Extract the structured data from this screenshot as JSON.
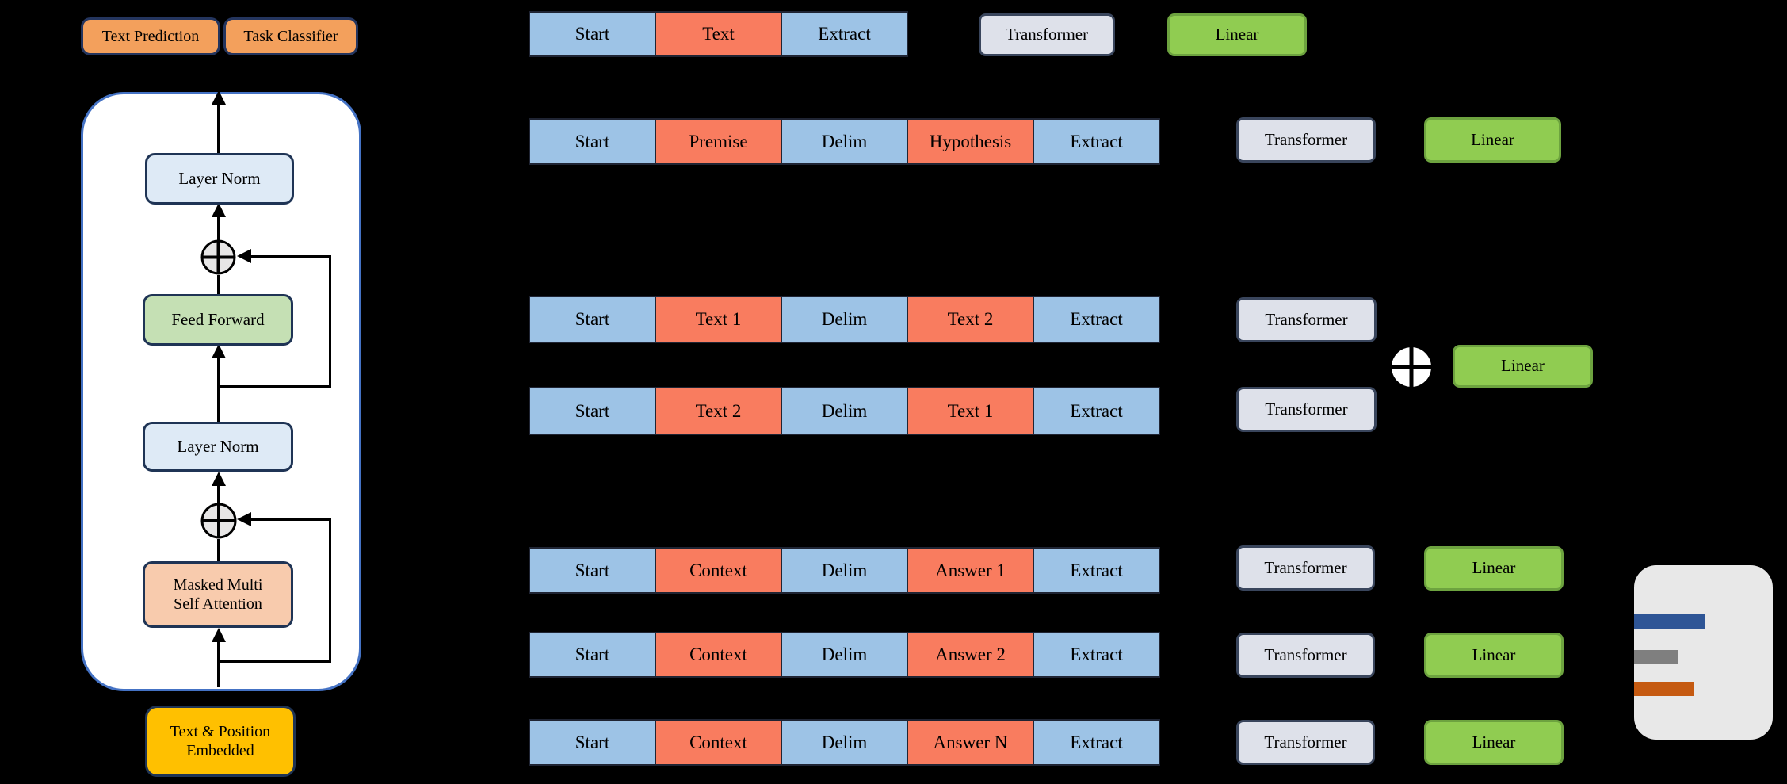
{
  "left": {
    "text_prediction": "Text Prediction",
    "task_classifier": "Task Classifier",
    "layer_norm_top": "Layer Norm",
    "feed_forward": "Feed Forward",
    "layer_norm_bottom": "Layer Norm",
    "masked_attention": {
      "line1": "Masked Multi",
      "line2": "Self Attention"
    },
    "embedding": {
      "line1": "Text & Position",
      "line2": "Embedded"
    }
  },
  "tasks": {
    "classification": {
      "strip": [
        "Start",
        "Text",
        "Extract"
      ],
      "transformer": "Transformer",
      "linear": "Linear"
    },
    "entailment": {
      "strip": [
        "Start",
        "Premise",
        "Delim",
        "Hypothesis",
        "Extract"
      ],
      "transformer": "Transformer",
      "linear": "Linear"
    },
    "similarity": {
      "strip1": [
        "Start",
        "Text 1",
        "Delim",
        "Text 2",
        "Extract"
      ],
      "strip2": [
        "Start",
        "Text 2",
        "Delim",
        "Text 1",
        "Extract"
      ],
      "transformer1": "Transformer",
      "transformer2": "Transformer",
      "linear": "Linear"
    },
    "multiple_choice": {
      "strip1": [
        "Start",
        "Context",
        "Delim",
        "Answer 1",
        "Extract"
      ],
      "strip2": [
        "Start",
        "Context",
        "Delim",
        "Answer 2",
        "Extract"
      ],
      "strip3": [
        "Start",
        "Context",
        "Delim",
        "Answer N",
        "Extract"
      ],
      "transformer1": "Transformer",
      "transformer2": "Transformer",
      "transformer3": "Transformer",
      "linear1": "Linear",
      "linear2": "Linear",
      "linear3": "Linear"
    }
  },
  "colors": {
    "background": "#000000",
    "token_blue": "#9DC3E6",
    "token_coral": "#F97C5F",
    "transformer_gray": "#DEE1EA",
    "linear_green": "#90CC51",
    "head_orange": "#F3A05C",
    "layer_norm_blue": "#DEEAF6",
    "feed_forward_green": "#C5E0B4",
    "attention_peach": "#F8CBAD",
    "embedding_yellow": "#FFC000",
    "container_border_blue": "#4472C4",
    "card_gray": "#E8E8E8",
    "bar_blue": "#2E5596",
    "bar_gray": "#7F7F7F",
    "bar_orange": "#C55A11"
  }
}
